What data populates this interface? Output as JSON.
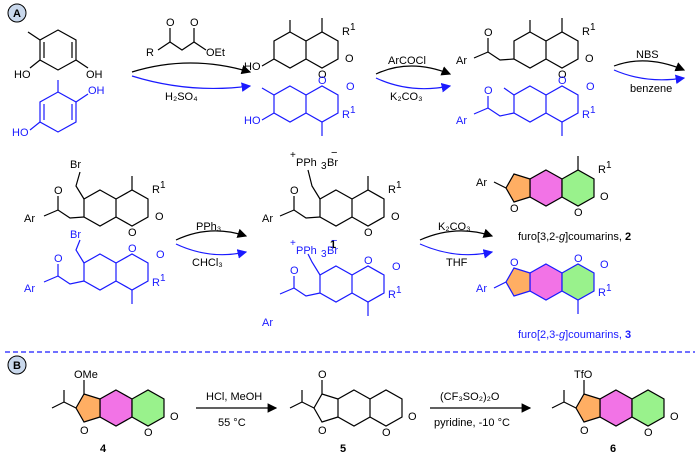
{
  "panels": {
    "a": "A",
    "b": "B"
  },
  "atoms": {
    "oh": "OH",
    "ho": "HO",
    "o": "O",
    "oet": "OEt",
    "r": "R",
    "r1": "R",
    "sup1": "1",
    "ar": "Ar",
    "br": "Br",
    "pph3br": "PPh",
    "sub3": "3",
    "brm": "Br",
    "plus": "+",
    "minus": "−",
    "ome": "OMe",
    "tfo": "TfO"
  },
  "reagents": {
    "h2so4": "H₂SO₄",
    "arcocl": "ArCOCl",
    "k2co3": "K₂CO₃",
    "nbs": "NBS",
    "benzene": "benzene",
    "pph3": "PPh₃",
    "chcl3": "CHCl₃",
    "k2co3_2": "K₂CO₃",
    "thf": "THF",
    "hcl": "HCl, MeOH",
    "temp1": "55 °C",
    "tf2o": "(CF₃SO₂)₂O",
    "pyr": "pyridine, -10 °C"
  },
  "labels": {
    "c1": "1",
    "c4": "4",
    "c5": "5",
    "c6": "6",
    "furo2_pre": "furo[3,2-",
    "furo2_g": "g",
    "furo2_post": "]coumarins, ",
    "furo2_num": "2",
    "furo3_pre": "furo[2,3-",
    "furo3_g": "g",
    "furo3_post": "]coumarins, ",
    "furo3_num": "3"
  },
  "colors": {
    "black": "#000000",
    "blue": "#1a1aff",
    "furan_orange": "#ff9a3c",
    "benzene_magenta": "#ee44dd",
    "pyrone_green": "#77ee66",
    "panel_label_bg": "#c9d8ec",
    "divider": "#1a1aff"
  }
}
